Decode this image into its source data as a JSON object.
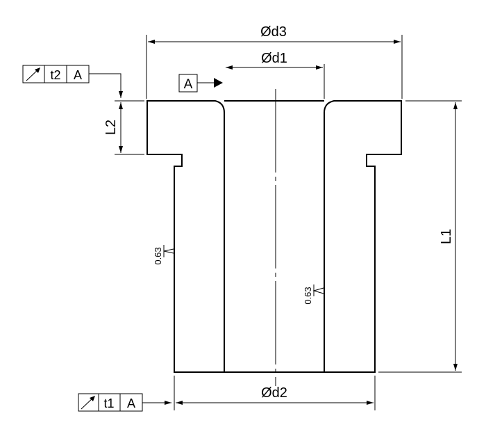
{
  "dimensions": {
    "d3": "Ød3",
    "d1": "Ød1",
    "d2": "Ød2",
    "L1": "L1",
    "L2": "L2"
  },
  "datum": {
    "label": "A"
  },
  "tolerance_frames": [
    {
      "id": "top",
      "value": "t2",
      "datum": "A"
    },
    {
      "id": "bottom",
      "value": "t1",
      "datum": "A"
    }
  ],
  "surface_finish": {
    "outer": "0.63",
    "inner": "0.63"
  }
}
